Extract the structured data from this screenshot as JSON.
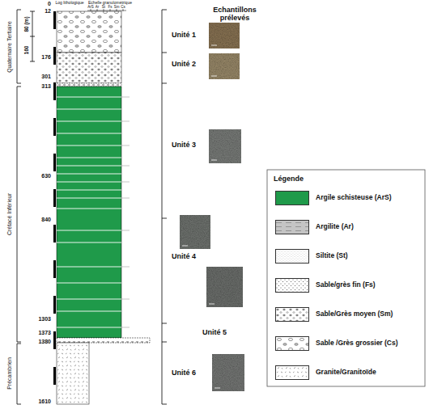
{
  "diagram": {
    "labels": [
      "0",
      "80 (m)",
      "160",
      "Log lithologique",
      "Echelle granulométrique",
      "ArS",
      "Ar",
      "St",
      "Fs",
      "Sm",
      "Cs",
      "Echantillons prélevés",
      "Quaternaire Tertiaire",
      "Crétacé Inférieur",
      "Précambrien",
      "12",
      "176",
      "301",
      "313",
      "630",
      "840",
      "1303",
      "1373",
      "1380",
      "1610",
      "Unité 1",
      "Unité 2",
      "Unité 3",
      "Unité 4",
      "Unité 5",
      "Unité 6",
      "Légende"
    ],
    "legend": [
      {
        "text": "Argile schisteuse (ArS)",
        "color": "#1f9a4a"
      },
      {
        "text": "Argilite (Ar)"
      },
      {
        "text": "Siltite (St)"
      },
      {
        "text": "Sable/grès fin (Fs)"
      },
      {
        "text": "Sable/Grès moyen (Sm)"
      },
      {
        "text": "Sable /Grès grossier (Cs)"
      },
      {
        "text": "Granite/Granitoïde"
      }
    ]
  }
}
